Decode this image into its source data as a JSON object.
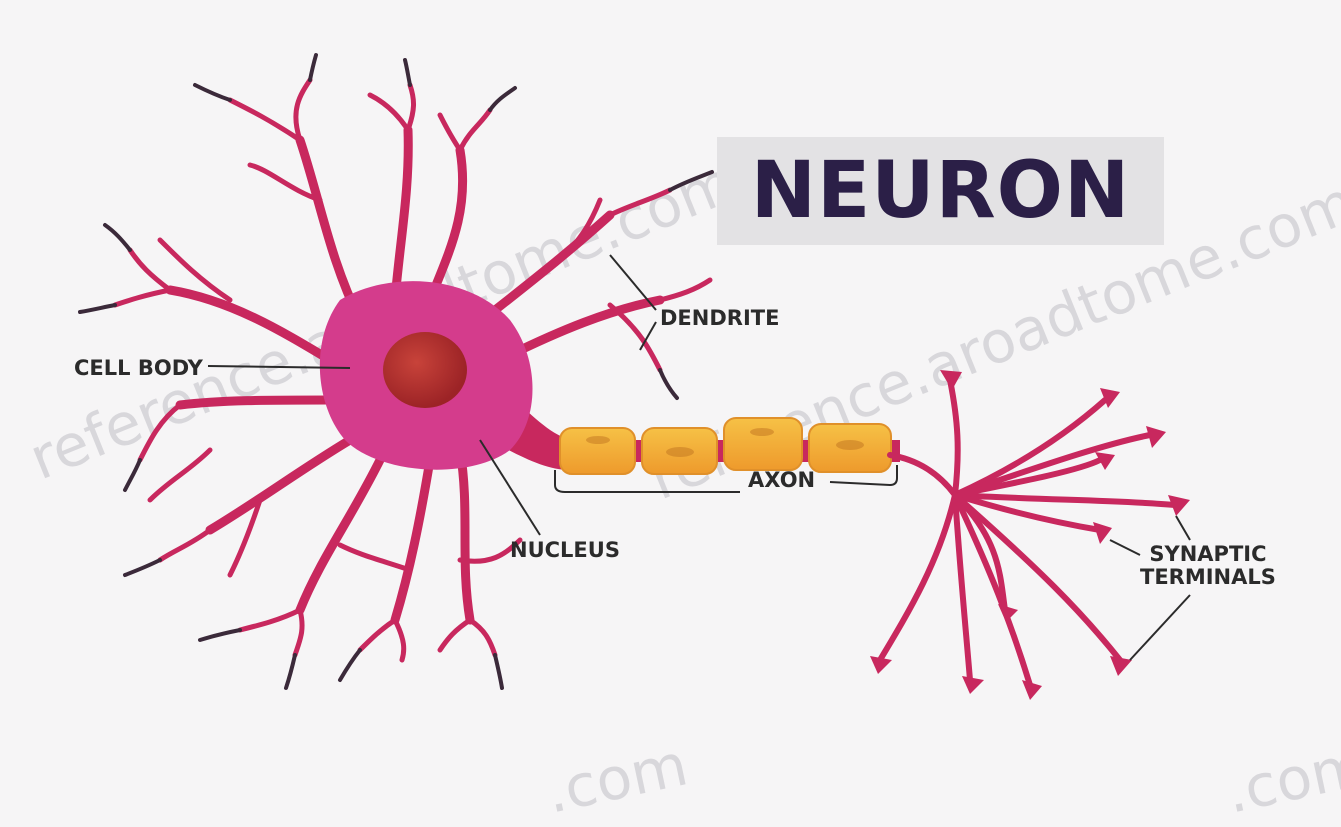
{
  "title": "NEURON",
  "labels": {
    "cell_body": "CELL BODY",
    "dendrite": "DENDRITE",
    "axon": "AXON",
    "nucleus": "NUCLEUS",
    "synaptic_line1": "SYNAPTIC",
    "synaptic_line2": "TERMINALS"
  },
  "watermarks": {
    "diagonal_left": "reference.aroadtome.com",
    "diagonal_right": "reference.aroadtome.com",
    "bottom_center": ".com",
    "bottom_right": ".com"
  },
  "colors": {
    "neuron": "#c8285e",
    "cell_body": "#d43c8c",
    "nucleus": "#b5302e",
    "myelin": "#f2a935",
    "label_text": "#2b2b2b",
    "title_text": "#2b1f47",
    "title_bg": "#e3e2e4"
  }
}
